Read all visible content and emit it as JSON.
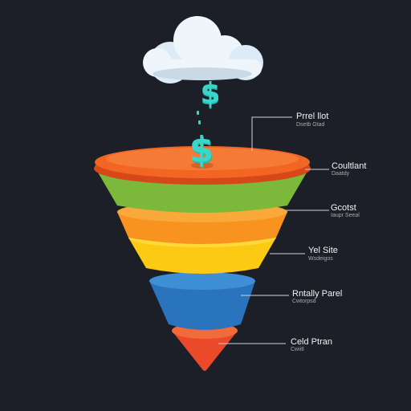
{
  "colors": {
    "background": "#1c1f27",
    "tiers": [
      "#f26522",
      "#7cb83a",
      "#f7931e",
      "#fcc913",
      "#2a74bd",
      "#ea4a2a"
    ],
    "dollar": "#39d6c9",
    "cloud": "#eef6fb",
    "leader": "#cfd3d8"
  },
  "labels": [
    {
      "title": "Prrel llot",
      "subtitle": "Dsetb Gtad"
    },
    {
      "title": "Coultlant",
      "subtitle": "Daatdy"
    },
    {
      "title": "Gcotst",
      "subtitle": "Iaupr Seeal"
    },
    {
      "title": "Yel Site",
      "subtitle": "Wsdeigos"
    },
    {
      "title": "Rntally Parel",
      "subtitle": "Cwtorpsd"
    },
    {
      "title": "Celd Ptran",
      "subtitle": "Cwiitl"
    }
  ],
  "icons": [
    "cloud-icon",
    "dollar-sign-icon"
  ]
}
